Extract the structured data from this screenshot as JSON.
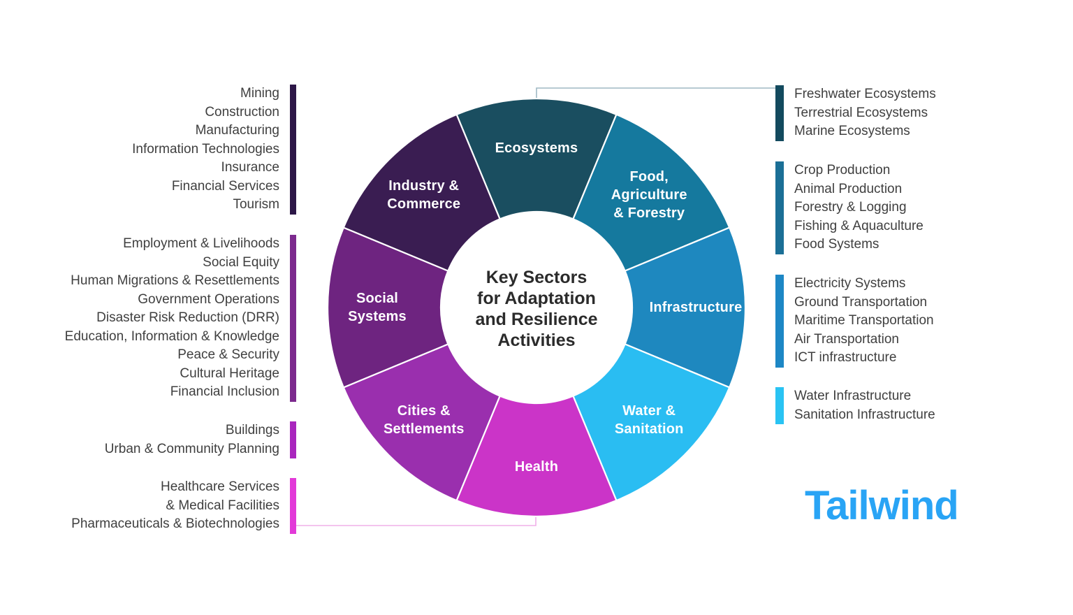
{
  "center_title": "Key Sectors\nfor Adaptation\nand Resilience\nActivities",
  "wheel": {
    "segments": [
      {
        "id": "ecosystems",
        "label": "Ecosystems",
        "color": "#1a4e60"
      },
      {
        "id": "food-agriculture-forestry",
        "label": "Food,\nAgriculture\n& Forestry",
        "color": "#15799e"
      },
      {
        "id": "infrastructure",
        "label": "Infrastructure",
        "color": "#1e88bf"
      },
      {
        "id": "water-sanitation",
        "label": "Water &\nSanitation",
        "color": "#2abdf2"
      },
      {
        "id": "health",
        "label": "Health",
        "color": "#cb34c8"
      },
      {
        "id": "cities-settlements",
        "label": "Cities &\nSettlements",
        "color": "#9a2fae"
      },
      {
        "id": "social-systems",
        "label": "Social\nSystems",
        "color": "#6e2480"
      },
      {
        "id": "industry-commerce",
        "label": "Industry &\nCommerce",
        "color": "#3a1d52"
      }
    ]
  },
  "legend": {
    "left": [
      {
        "id": "industry-commerce",
        "bar_color": "#2d1747",
        "items": [
          "Mining",
          "Construction",
          "Manufacturing",
          "Information Technologies",
          "Insurance",
          "Financial Services",
          "Tourism"
        ]
      },
      {
        "id": "social-systems",
        "bar_color": "#7c2a8e",
        "items": [
          "Employment & Livelihoods",
          "Social Equity",
          "Human Migrations & Resettlements",
          "Government Operations",
          "Disaster Risk Reduction (DRR)",
          "Education, Information & Knowledge",
          "Peace & Security",
          "Cultural Heritage",
          "Financial Inclusion"
        ]
      },
      {
        "id": "cities-settlements",
        "bar_color": "#a926bd",
        "items": [
          "Buildings",
          "Urban & Community Planning"
        ]
      },
      {
        "id": "health",
        "bar_color": "#e23ad8",
        "items": [
          "Healthcare Services\n& Medical Facilities",
          "Pharmaceuticals & Biotechnologies"
        ]
      }
    ],
    "right": [
      {
        "id": "ecosystems",
        "bar_color": "#134a5e",
        "items": [
          "Freshwater Ecosystems",
          "Terrestrial Ecosystems",
          "Marine Ecosystems"
        ]
      },
      {
        "id": "food-agriculture-forestry",
        "bar_color": "#1b6f96",
        "items": [
          "Crop Production",
          "Animal Production",
          "Forestry & Logging",
          "Fishing & Aquaculture",
          "Food Systems"
        ]
      },
      {
        "id": "infrastructure",
        "bar_color": "#1d87c5",
        "items": [
          "Electricity Systems",
          "Ground Transportation",
          "Maritime Transportation",
          "Air Transportation",
          "ICT infrastructure"
        ]
      },
      {
        "id": "water-sanitation",
        "bar_color": "#29c3f3",
        "items": [
          "Water Infrastructure",
          "Sanitation Infrastructure"
        ]
      }
    ]
  },
  "connectors": {
    "top_color": "#9fb9c4",
    "bottom_color": "#f0b0e9"
  },
  "logo": {
    "text": "Tailwind",
    "color": "#29a4f5"
  }
}
